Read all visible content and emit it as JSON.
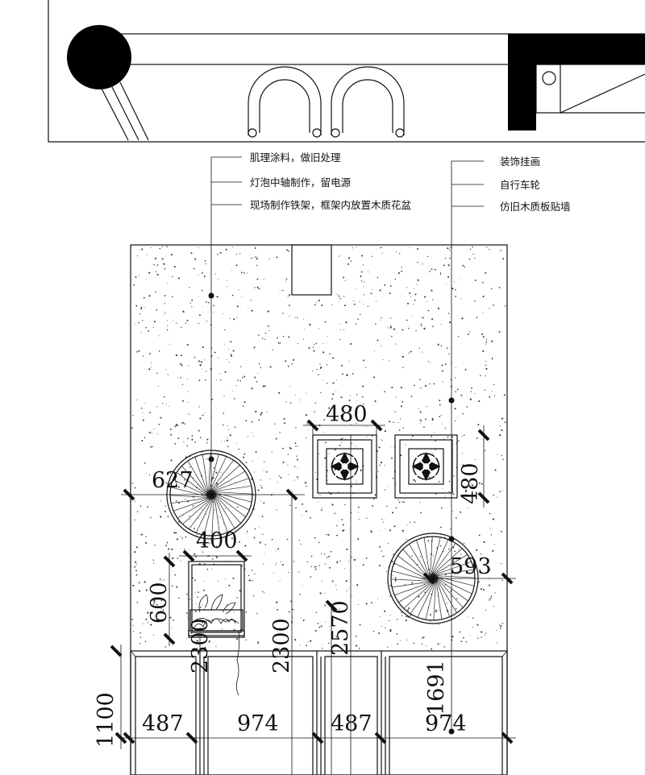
{
  "annotations_left": [
    "肌理涂料，做旧处理",
    "灯泡中轴制作，留电源",
    "现场制作铁架，框架内放置木质花盆"
  ],
  "annotations_right": [
    "装饰挂画",
    "自行车轮",
    "仿旧木质板贴墙"
  ],
  "dimensions": {
    "frame_width": "480",
    "frame_height": "480",
    "wheel_left_diameter": "627",
    "wheel_right_diameter": "593",
    "planter_width": "400",
    "planter_height": "600",
    "planter_elev": "2300",
    "elev_2300": "2300",
    "elev_2570": "2570",
    "elev_1691": "1691",
    "base_height": "1100",
    "bay_1": "487",
    "bay_2": "974",
    "bay_3": "487",
    "bay_4": "974"
  },
  "icons": {
    "wall_texture": "speckle-texture",
    "wheel": "bicycle-wheel-icon",
    "frame": "decorative-frame-icon",
    "planter": "planter-rack-icon",
    "chair": "armchair-icon",
    "lamp": "globe-lamp-icon"
  }
}
